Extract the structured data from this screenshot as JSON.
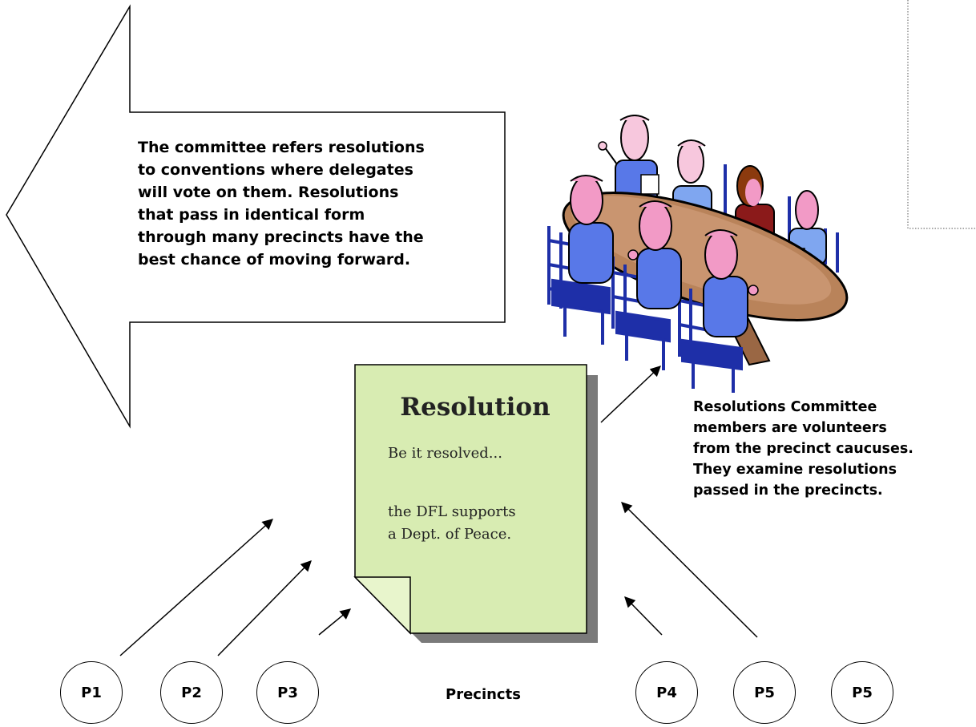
{
  "callout": {
    "text": "The committee refers resolutions\nto conventions where delegates\nwill vote on them. Resolutions\nthat pass in identical form\nthrough many precincts have the\nbest chance of moving forward."
  },
  "committee_note": {
    "text": "Resolutions Committee\nmembers are volunteers\nfrom the precinct caucuses.\nThey examine resolutions\npassed in the precincts."
  },
  "document": {
    "title": "Resolution",
    "line1": "Be it resolved...",
    "line2": "the DFL supports",
    "line3": "a Dept. of Peace."
  },
  "precincts": {
    "label": "Precincts",
    "items": [
      "P1",
      "P2",
      "P3",
      "P4",
      "P5",
      "P5"
    ]
  },
  "colors": {
    "document_fill": "#d8ecb2",
    "document_shadow": "#7a7a7a",
    "table_wood": "#b9835a",
    "chair_blue": "#1e2fa8",
    "person_skin": "#f29ac6",
    "person_shirt": "#5878e8"
  }
}
